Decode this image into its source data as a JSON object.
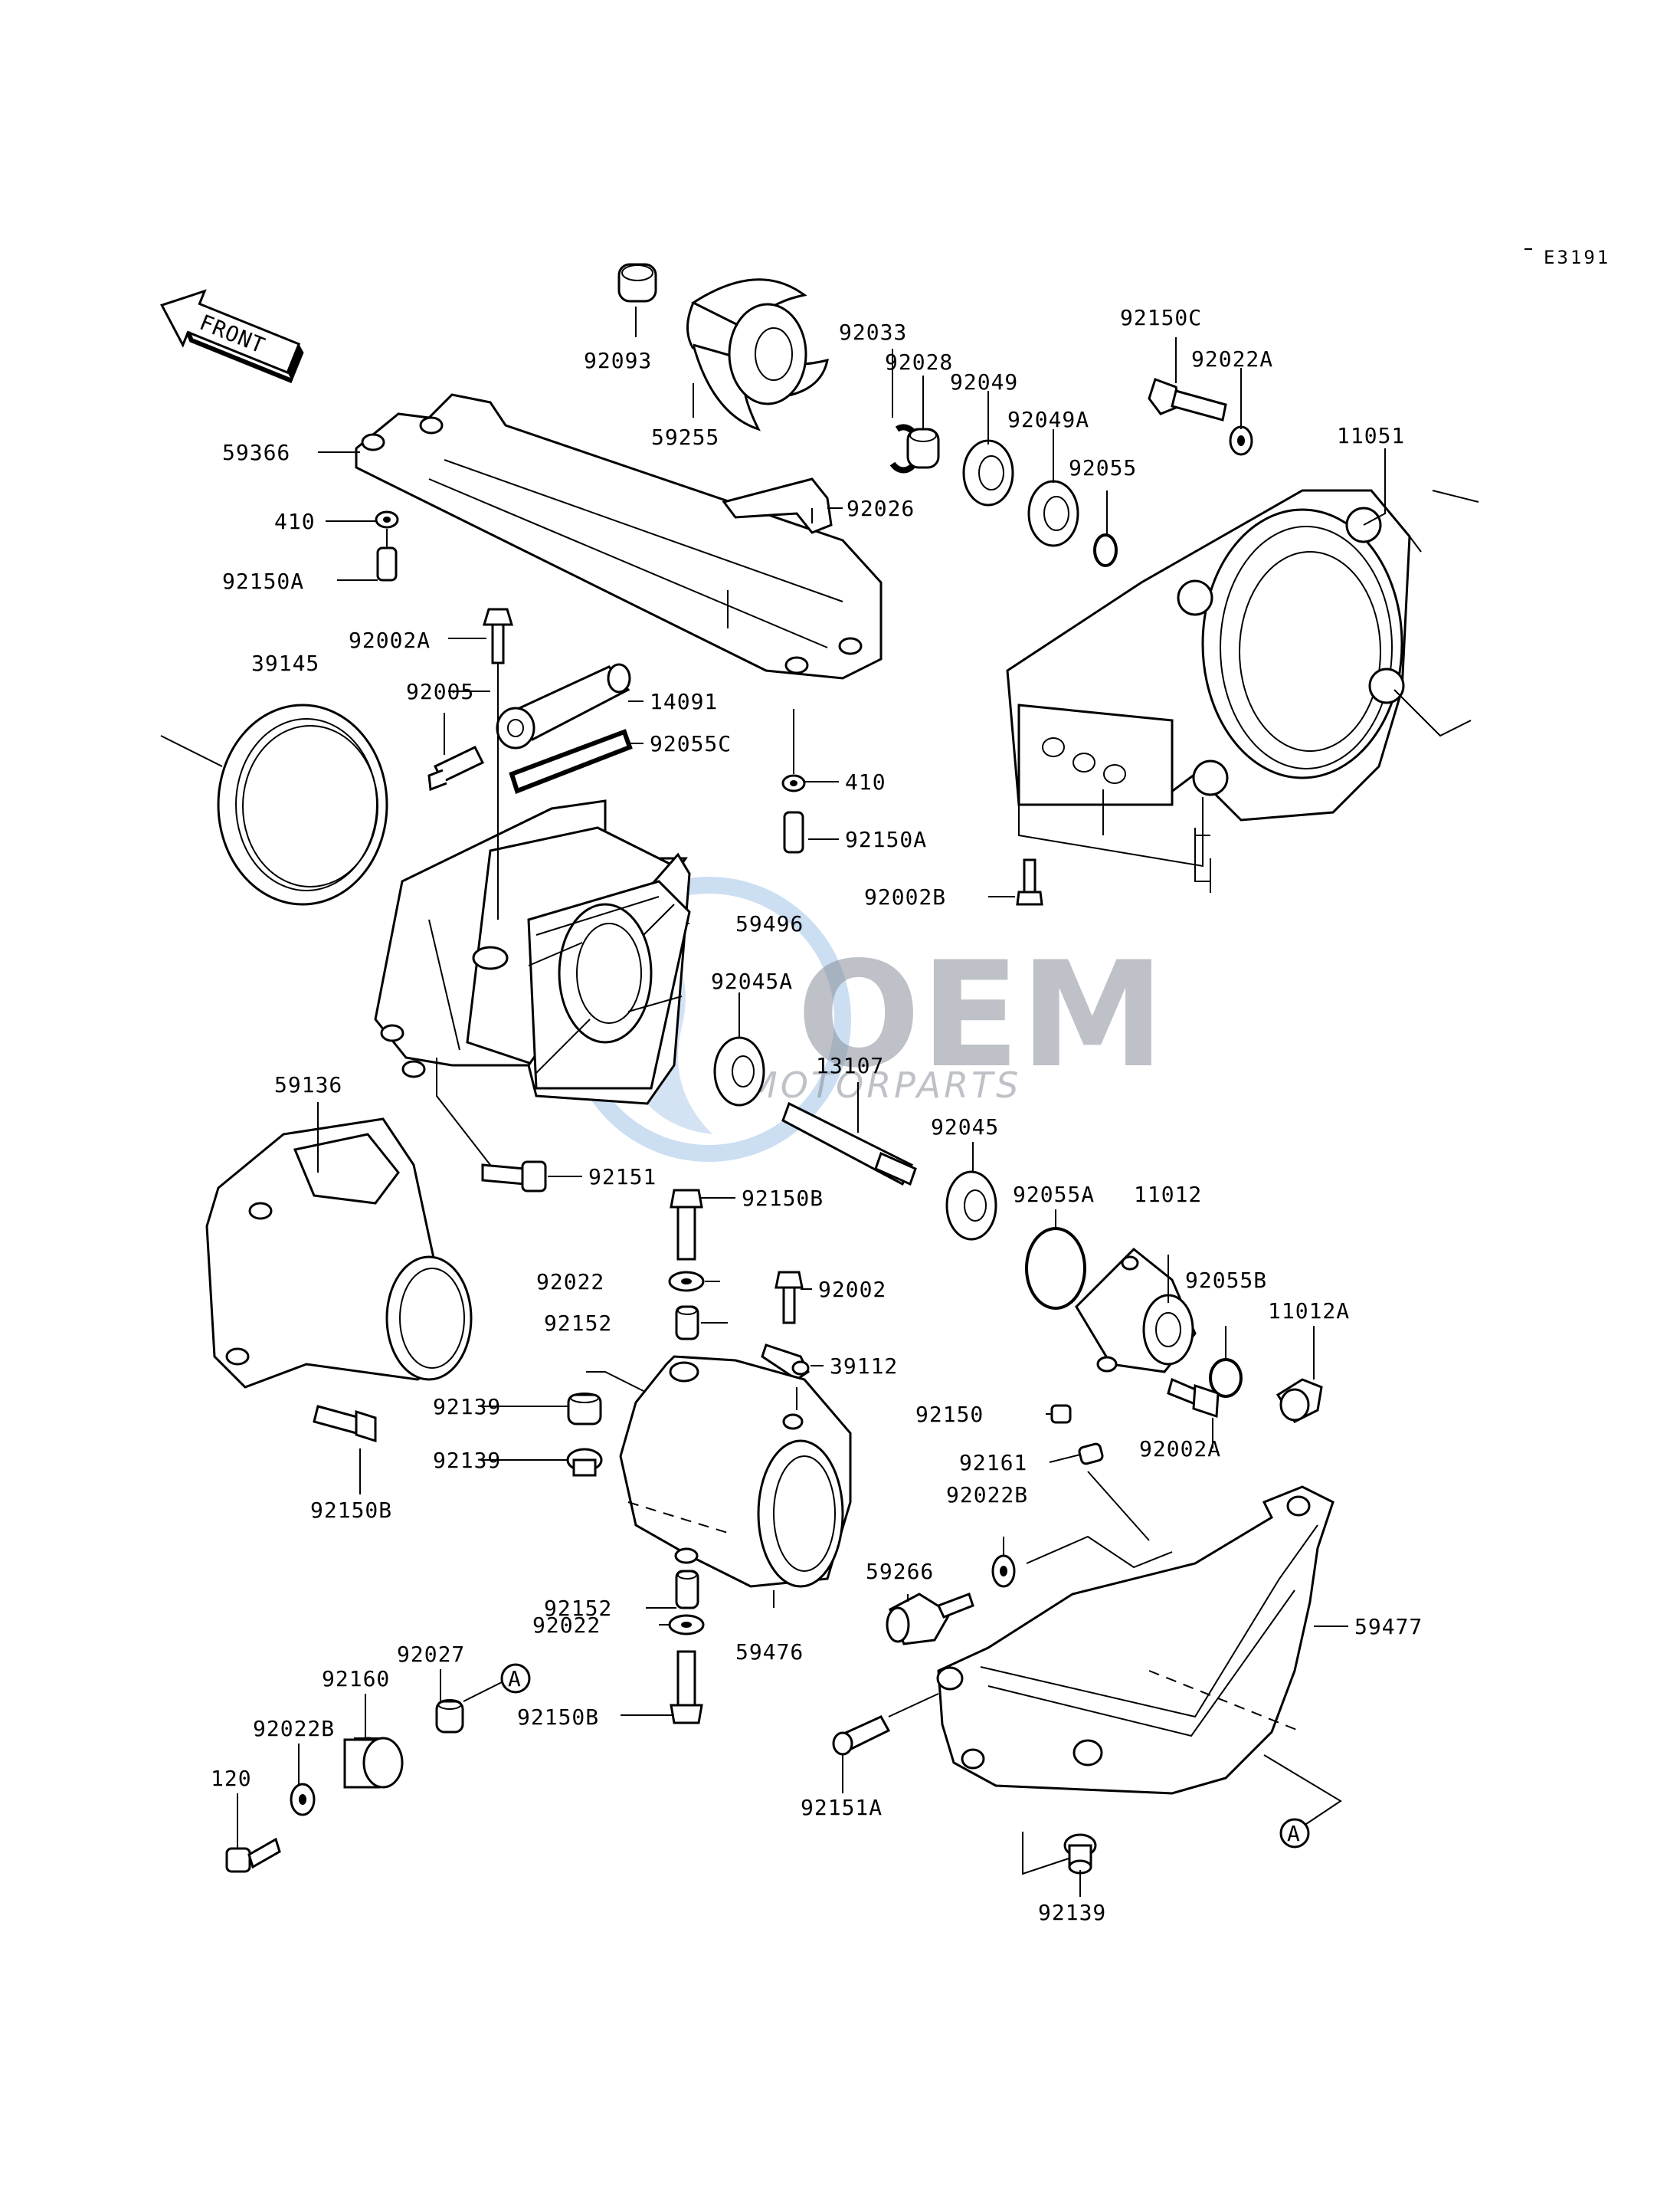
{
  "diagram_code": "E3191",
  "front_arrow_label": "FRONT",
  "callout_letter": "A",
  "watermark": {
    "brand": "OEM",
    "sub": "MOTORPARTS"
  },
  "part_labels": {
    "p92093": "92093",
    "p59255": "59255",
    "p92033": "92033",
    "p92028": "92028",
    "p92049": "92049",
    "p92049A": "92049A",
    "p92055": "92055",
    "p92150C": "92150C",
    "p92022A": "92022A",
    "p11051": "11051",
    "p59366": "59366",
    "p410a": "410",
    "p92150Aa": "92150A",
    "p92026": "92026",
    "p92002Aa": "92002A",
    "p39145": "39145",
    "p92005": "92005",
    "p14091": "14091",
    "p92055C": "92055C",
    "p410b": "410",
    "p92150Ab": "92150A",
    "p92002B": "92002B",
    "p59496": "59496",
    "p92045A": "92045A",
    "p13107": "13107",
    "p92045": "92045",
    "p59136": "59136",
    "p92151": "92151",
    "p92150Ba": "92150B",
    "p92055A": "92055A",
    "p11012": "11012",
    "p92022a": "92022",
    "p92002": "92002",
    "p92055B": "92055B",
    "p92152a": "92152",
    "p39112": "39112",
    "p11012A": "11012A",
    "p92139a": "92139",
    "p92150": "92150",
    "p92002Ab": "92002A",
    "p92139b": "92139",
    "p92150Bb": "92150B",
    "p92161": "92161",
    "p92022B": "92022B",
    "p59266": "59266",
    "p59477": "59477",
    "p92152b": "92152",
    "p92022b": "92022",
    "p59476": "59476",
    "p92027": "92027",
    "p92160": "92160",
    "p92022Bb": "92022B",
    "p92150Bc": "92150B",
    "p120": "120",
    "p92151A": "92151A",
    "p92139c": "92139"
  }
}
